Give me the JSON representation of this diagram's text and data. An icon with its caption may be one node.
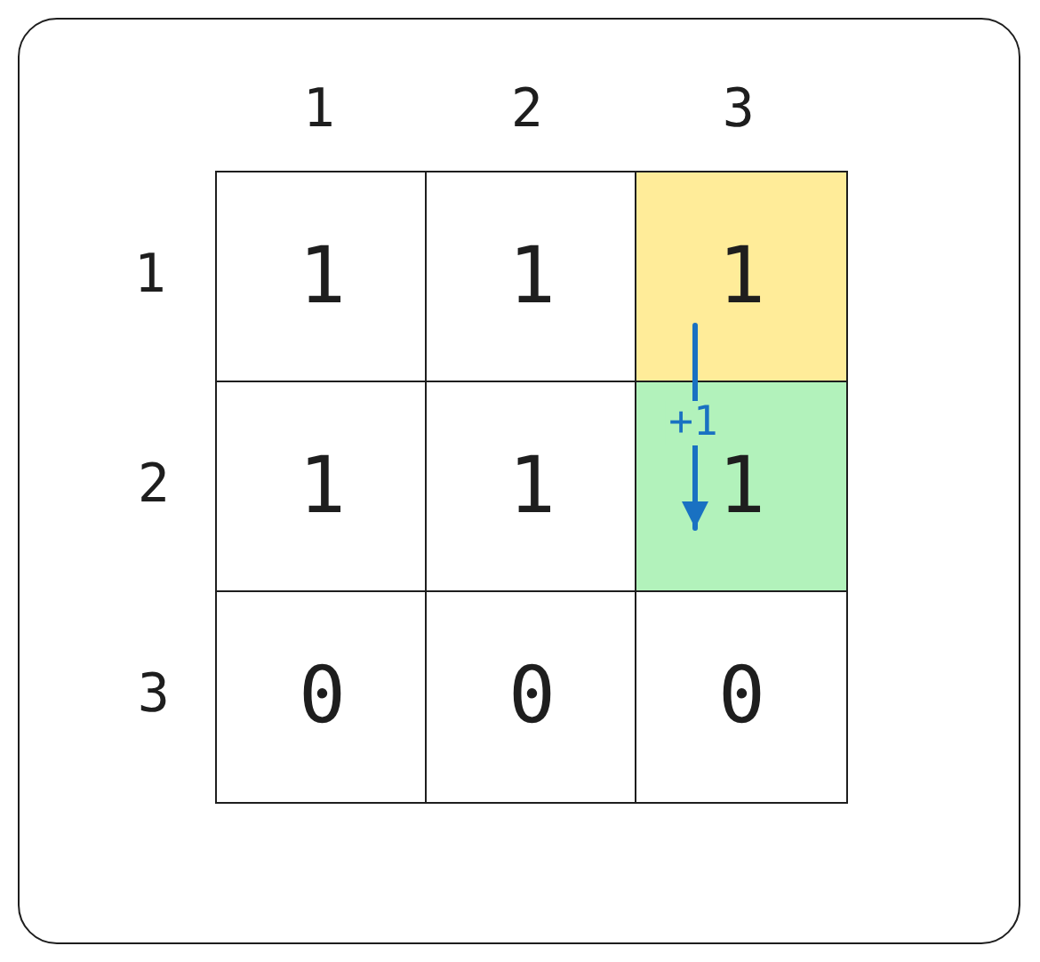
{
  "diagram": {
    "nodes": [
      {
        "text": [
          "1"
        ]
      },
      {
        "text": [
          "1"
        ]
      },
      {
        "text": [
          "1"
        ]
      },
      {
        "text": [
          "1"
        ]
      },
      {
        "text": [
          "1"
        ]
      },
      {
        "text": [
          "1"
        ]
      },
      {
        "text": [
          "0"
        ]
      },
      {
        "text": [
          "0"
        ]
      },
      {
        "text": [
          "0"
        ]
      }
    ],
    "edges": [
      {
        "from": 2,
        "to": 5,
        "arrow": "to",
        "label": "+1",
        "color": "#1971c2"
      }
    ],
    "labels": [
      "1",
      "2",
      "3",
      "1",
      "2",
      "3"
    ]
  }
}
